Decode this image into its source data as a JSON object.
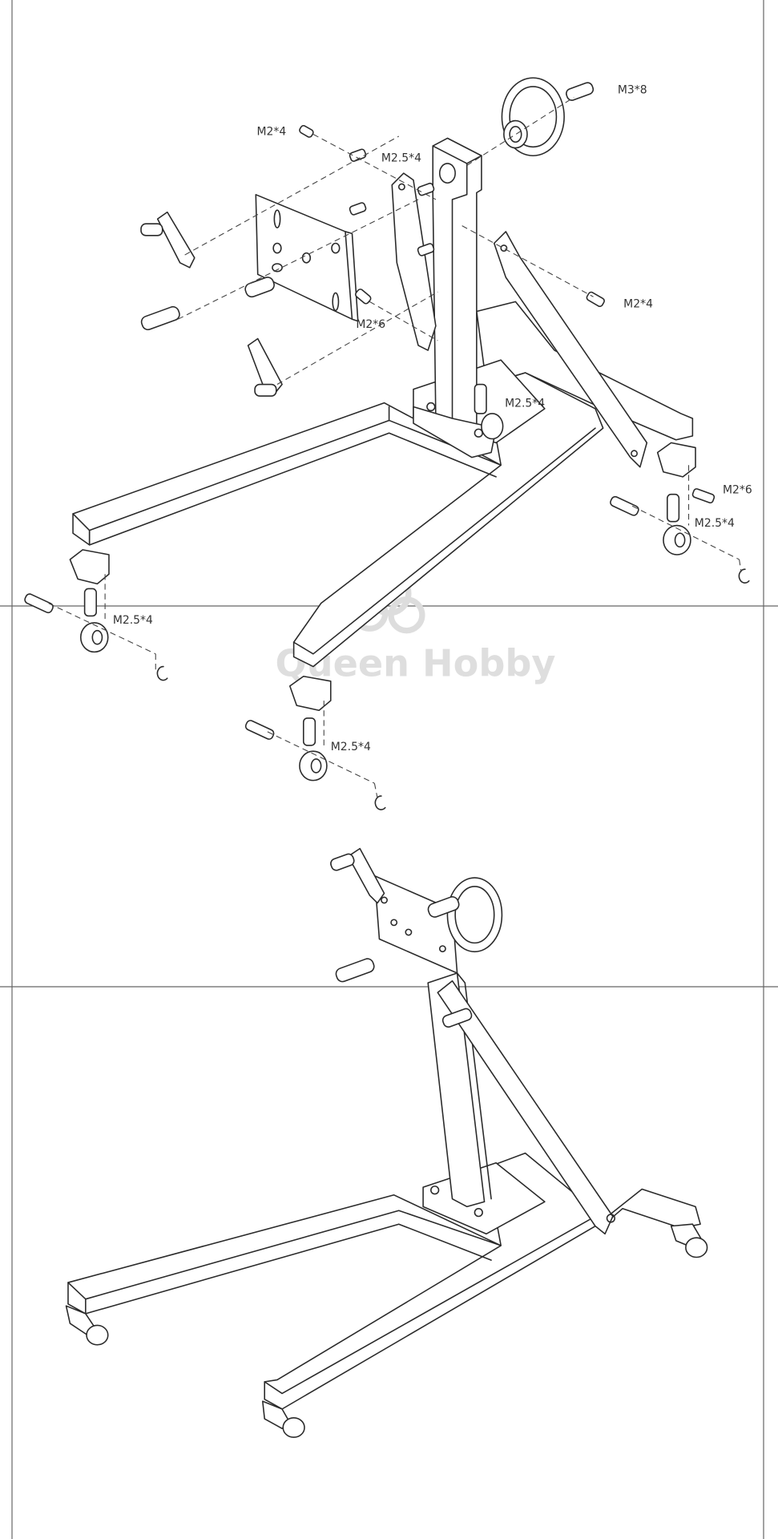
{
  "diagram": {
    "title": "Engine stand assembly",
    "watermark": "Queen Hobby",
    "labels": [
      "M3*8",
      "M2*4",
      "M2.5*4",
      "M2*4",
      "M2*6",
      "M2.5*4",
      "M2*6",
      "M2.5*4",
      "M2.5*4",
      "M2.5*4"
    ]
  }
}
